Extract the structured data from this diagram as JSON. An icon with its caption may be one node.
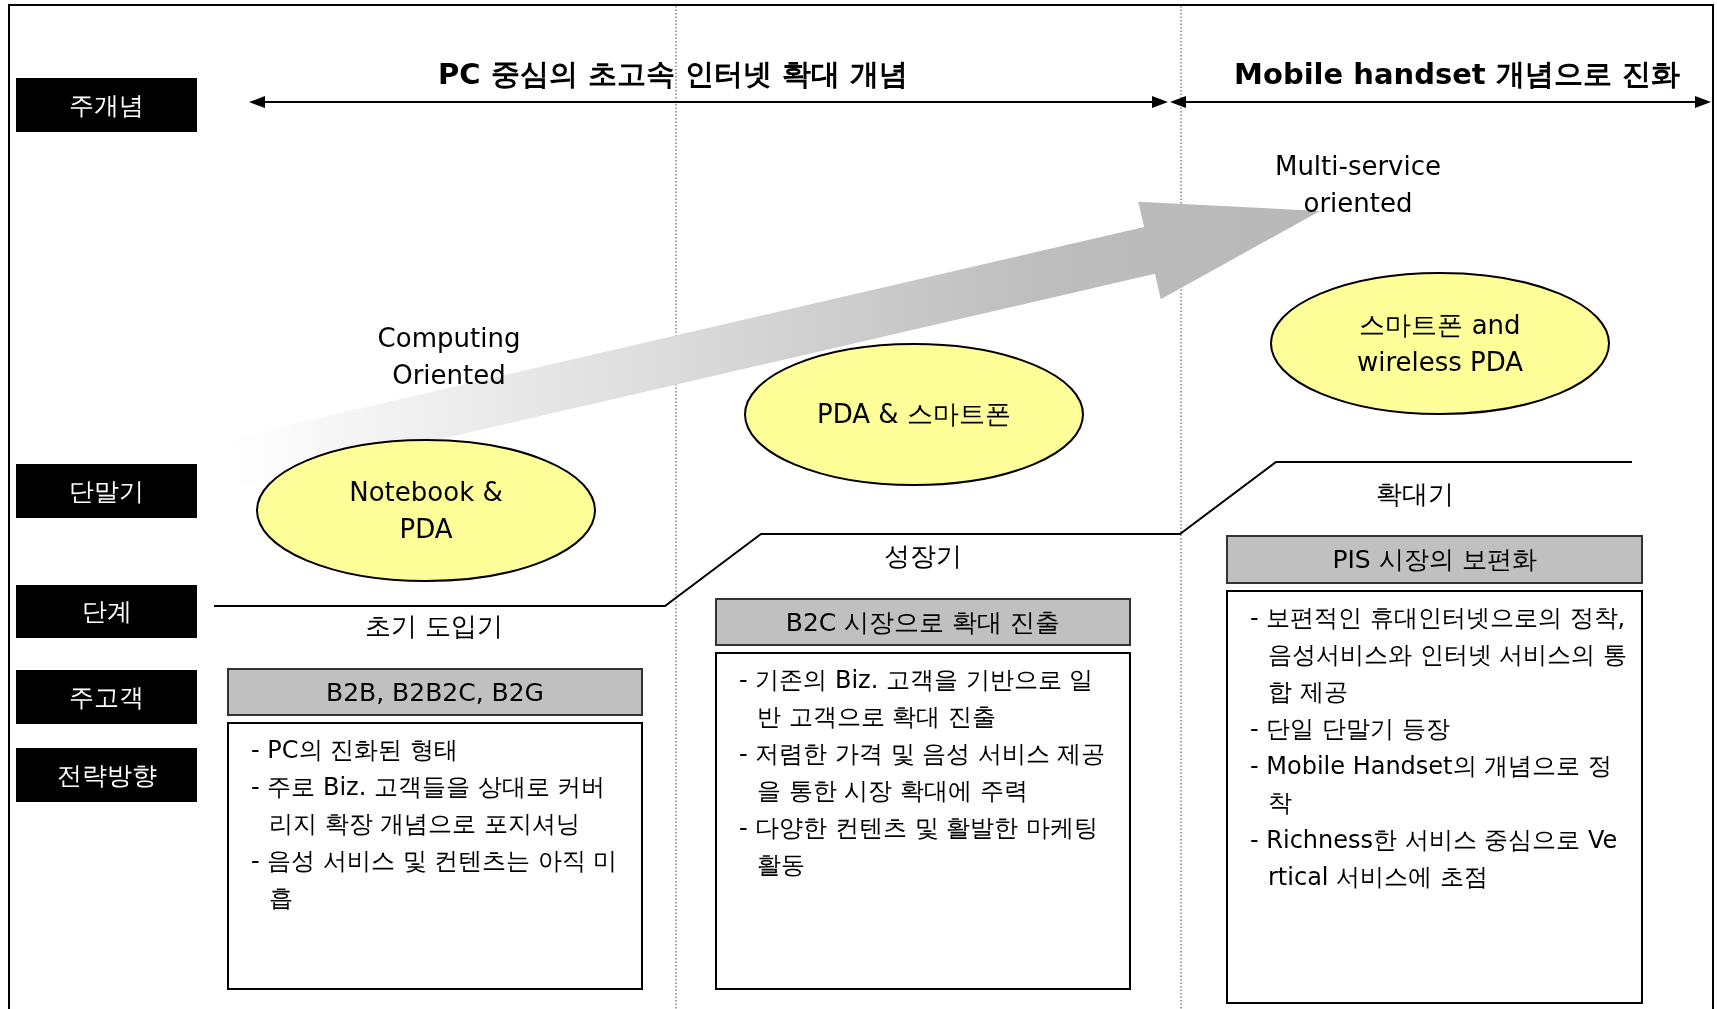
{
  "diagram": {
    "nodes": [
      {
        "text": [
          "주개념"
        ]
      },
      {
        "text": [
          "단말기"
        ]
      },
      {
        "text": [
          "단계"
        ]
      },
      {
        "text": [
          "주고객"
        ]
      },
      {
        "text": [
          "전략방향"
        ]
      },
      {
        "text": [
          "Notebook & PDA"
        ]
      },
      {
        "text": [
          "PDA & 스마트폰"
        ]
      },
      {
        "text": [
          "스마트폰 and wireless PDA"
        ]
      },
      {
        "text": [
          "B2B, B2B2C, B2G"
        ]
      },
      {
        "text": [
          "B2C 시장으로 확대 진출"
        ]
      },
      {
        "text": [
          "PIS 시장의 보편화"
        ]
      },
      {
        "text": [
          "- PC의 진화된 형태",
          "- 주로 Biz. 고객들을 상대로 커버리지 확장 개념으로 포지셔닝",
          "- 음성 서비스 및 컨텐츠는 아직 미흡"
        ]
      },
      {
        "text": [
          "- 기존의 Biz. 고객을 기반으로 일반 고객으로 확대 진출",
          "- 저렴한 가격 및 음성 서비스 제공을 통한 시장 확대에 주력",
          "- 다양한 컨텐츠 및 활발한 마케팅 활동"
        ]
      },
      {
        "text": [
          "- 보편적인 휴대인터넷으로의 정착, 음성서비스와 인터넷 서비스의 통합 제공",
          "- 단일 단말기 등장",
          "- Mobile Handset의 개념으로 정착",
          "- Richness한 서비스 중심으로 Vertical 서비스에 초점"
        ]
      }
    ],
    "labels": [
      "PC 중심의 초고속 인터넷 확대 개념",
      "Mobile handset 개념으로 진화",
      "Multi-service oriented",
      "Computing Oriented",
      "확대기",
      "성장기",
      "초기 도입기"
    ]
  }
}
